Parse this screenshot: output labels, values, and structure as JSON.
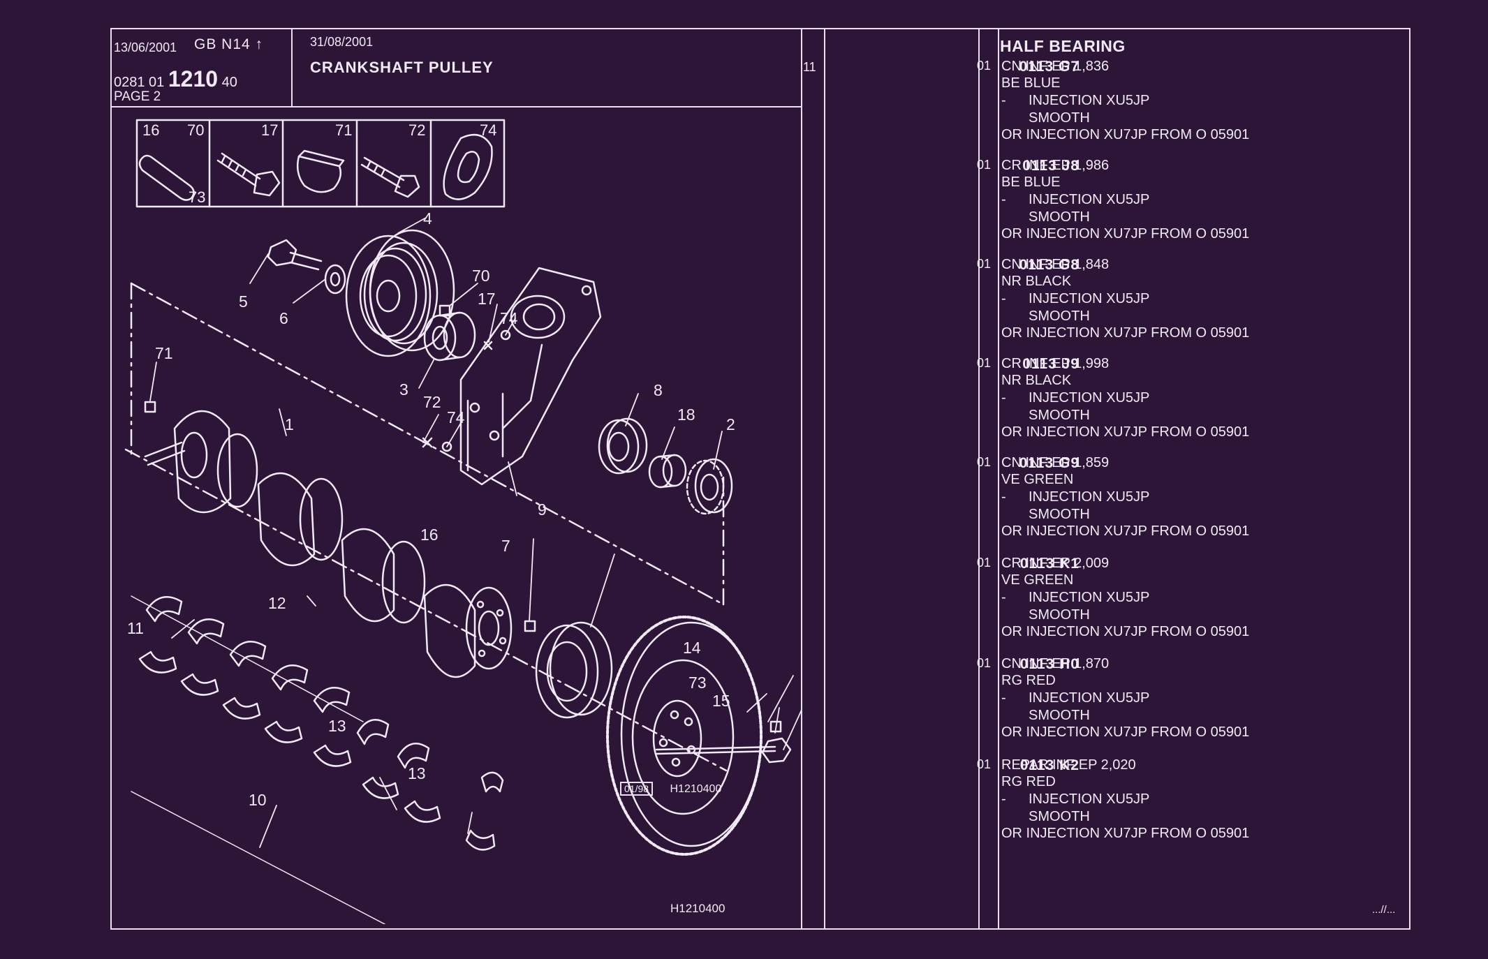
{
  "header": {
    "date": "13/06/2001",
    "gb": "GB  N14 ↑",
    "ref_prefix": "0281  01",
    "ref_main": "1210",
    "ref_suffix": "40",
    "page": "PAGE  2",
    "update_date": "31/08/2001",
    "title": "CRANKSHAFT PULLEY",
    "column_number": "11"
  },
  "diagram": {
    "box_date": "01/98",
    "ref": "H1210400",
    "bottom_ref": "H1210400",
    "inset_labels": [
      "16",
      "70",
      "73",
      "17",
      "71",
      "72",
      "74"
    ],
    "callouts": [
      "4",
      "5",
      "6",
      "70",
      "17",
      "74",
      "3",
      "72",
      "74",
      "71",
      "1",
      "8",
      "18",
      "2",
      "9",
      "16",
      "7",
      "12",
      "11",
      "14",
      "73",
      "15",
      "13",
      "13",
      "10"
    ]
  },
  "parts": {
    "title": "HALF BEARING",
    "continuation": "...//...",
    "entries": [
      {
        "code": "0113 G7",
        "ver": "01",
        "line1": "CN INF EP 1,836",
        "line2": "BE BLUE",
        "line3": "-",
        "line3b": "INJECTION XU5JP",
        "line4": "SMOOTH",
        "line5": "OR INJECTION XU7JP FROM  O  05901"
      },
      {
        "code": "0113 J8",
        "ver": "01",
        "line1": "CR INF EP 1,986",
        "line2": "BE BLUE",
        "line3": "-",
        "line3b": "INJECTION XU5JP",
        "line4": "SMOOTH",
        "line5": "OR INJECTION XU7JP FROM  O  05901"
      },
      {
        "code": "0113 G8",
        "ver": "01",
        "line1": "CN INF EP 1,848",
        "line2": "NR BLACK",
        "line3": "-",
        "line3b": "INJECTION XU5JP",
        "line4": "SMOOTH",
        "line5": "OR INJECTION XU7JP FROM  O  05901"
      },
      {
        "code": "0113 J9",
        "ver": "01",
        "line1": "CR INF EP 1,998",
        "line2": "NR BLACK",
        "line3": "-",
        "line3b": "INJECTION XU5JP",
        "line4": "SMOOTH",
        "line5": "OR INJECTION XU7JP FROM  O  05901"
      },
      {
        "code": "0113 G9",
        "ver": "01",
        "line1": "CN INF EP 1,859",
        "line2": "VE GREEN",
        "line3": "-",
        "line3b": "INJECTION XU5JP",
        "line4": "SMOOTH",
        "line5": "OR INJECTION XU7JP FROM  O  05901"
      },
      {
        "code": "0113 K1",
        "ver": "01",
        "line1": "CR INF EP 2,009",
        "line2": "VE GREEN",
        "line3": "-",
        "line3b": "INJECTION XU5JP",
        "line4": "SMOOTH",
        "line5": "OR INJECTION XU7JP FROM  O  05901"
      },
      {
        "code": "0113 H0",
        "ver": "01",
        "line1": "CN INF EP 1,870",
        "line2": "RG RED",
        "line3": "-",
        "line3b": "INJECTION XU5JP",
        "line4": "SMOOTH",
        "line5": "OR INJECTION XU7JP FROM  O  05901"
      },
      {
        "code": "0113 K2",
        "ver": "01",
        "line1": "REPAR INF EP 2,020",
        "line2": "RG RED",
        "line3": "-",
        "line3b": "INJECTION XU5JP",
        "line4": "SMOOTH",
        "line5": "OR INJECTION XU7JP FROM  O  05901"
      }
    ]
  },
  "colors": {
    "background": "#2d1537",
    "ink": "#f2eaf6"
  }
}
